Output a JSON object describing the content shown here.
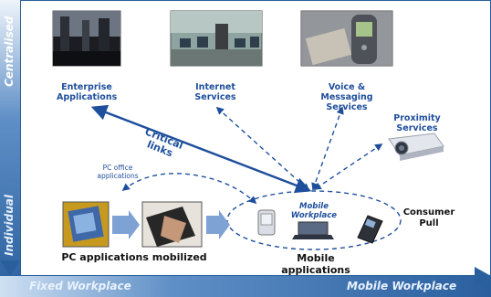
{
  "axes": {
    "centralised": "Centralised",
    "individual": "Individual",
    "fixed_workplace": "Fixed Workplace",
    "mobile_workplace": "Mobile Workplace"
  },
  "nodes": {
    "enterprise": "Enterprise Applications",
    "internet": "Internet Services",
    "voice": "Voice & Messaging Services",
    "proximity": "Proximity Services",
    "pc_office": "PC office applications",
    "mobile_workplace": "Mobile Workplace",
    "consumer_pull": "Consumer Pull",
    "pc_mobilized": "PC applications mobilized",
    "mobile_apps": "Mobile applications",
    "critical_links": "Critical links"
  }
}
